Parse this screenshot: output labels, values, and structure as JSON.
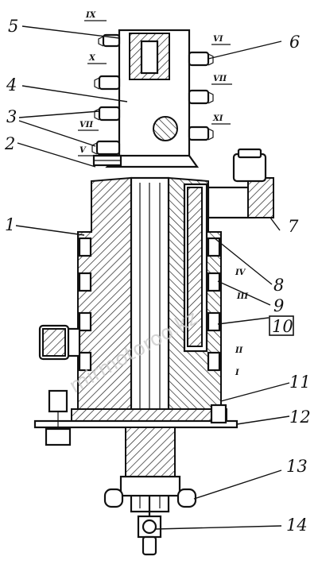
{
  "figure": {
    "callouts": [
      "1",
      "2",
      "3",
      "4",
      "5",
      "6",
      "7",
      "8",
      "9",
      "10",
      "11",
      "12",
      "13",
      "14"
    ],
    "roman_labels": {
      "head": [
        "IX",
        "VI",
        "X",
        "VII",
        "XI",
        "VII",
        "V"
      ],
      "collar": [
        "IV",
        "III",
        "II",
        "I"
      ]
    },
    "watermark": "mirmotoroo.kz"
  }
}
